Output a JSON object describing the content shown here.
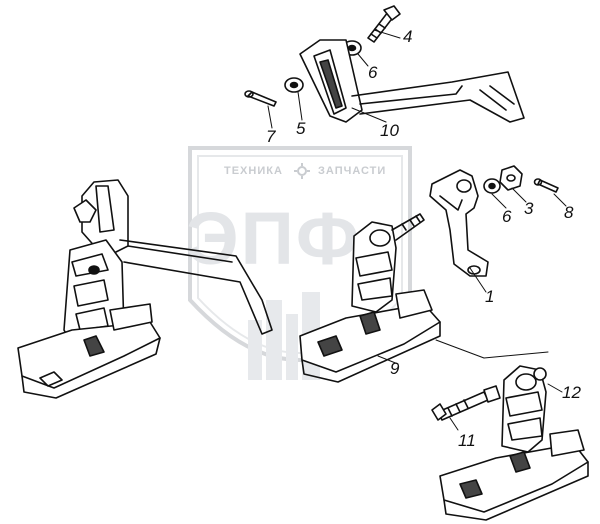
{
  "watermark": {
    "left_text": "ТЕХНИКА",
    "right_text": "ЗАПЧАСТИ",
    "logo_text": "ЭПФ",
    "gear_icon": "gear-icon"
  },
  "callouts": [
    {
      "id": "callout-4",
      "label": "4"
    },
    {
      "id": "callout-6-top",
      "label": "6"
    },
    {
      "id": "callout-7",
      "label": "7"
    },
    {
      "id": "callout-5",
      "label": "5"
    },
    {
      "id": "callout-10",
      "label": "10"
    },
    {
      "id": "callout-6-right",
      "label": "6"
    },
    {
      "id": "callout-3",
      "label": "3"
    },
    {
      "id": "callout-8",
      "label": "8"
    },
    {
      "id": "callout-1",
      "label": "1"
    },
    {
      "id": "callout-9",
      "label": "9"
    },
    {
      "id": "callout-12",
      "label": "12"
    },
    {
      "id": "callout-11",
      "label": "11"
    }
  ],
  "colors": {
    "line": "#111111",
    "watermark": "#c9ccd0",
    "background": "#ffffff"
  }
}
